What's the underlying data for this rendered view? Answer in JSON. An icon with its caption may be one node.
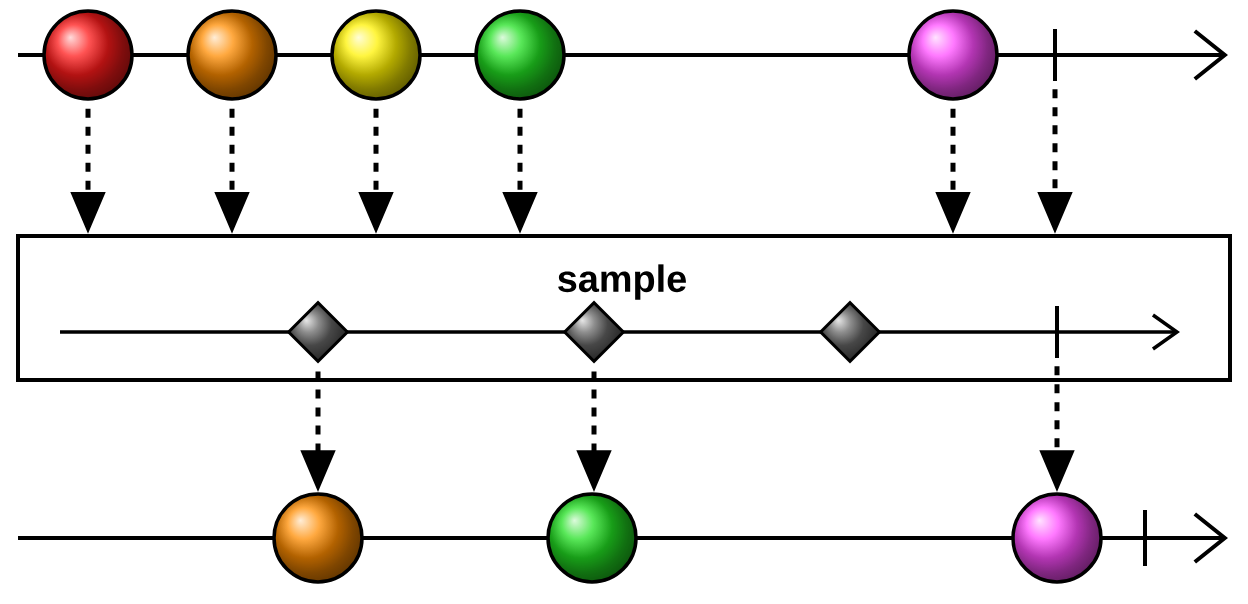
{
  "diagram": {
    "nodes": [
      {
        "text": [],
        "shape": "circle"
      },
      {
        "text": [],
        "shape": "circle"
      },
      {
        "text": [],
        "shape": "circle"
      },
      {
        "text": [],
        "shape": "circle"
      },
      {
        "text": [],
        "shape": "circle"
      },
      {
        "text": [],
        "shape": "bar"
      },
      {
        "text": [
          "sample"
        ]
      },
      {
        "text": [],
        "shape": "diamond",
        "in": 6
      },
      {
        "text": [],
        "shape": "diamond",
        "in": 6
      },
      {
        "text": [],
        "shape": "diamond",
        "in": 6
      },
      {
        "text": [],
        "shape": "bar",
        "in": 6
      },
      {
        "text": [],
        "shape": "circle"
      },
      {
        "text": [],
        "shape": "circle"
      },
      {
        "text": [],
        "shape": "circle"
      }
    ],
    "edges": [
      {
        "from": 0,
        "to": 6,
        "arrow": "to",
        "style": "dashed"
      },
      {
        "from": 1,
        "to": 6,
        "arrow": "to",
        "style": "dashed"
      },
      {
        "from": 2,
        "to": 6,
        "arrow": "to",
        "style": "dashed"
      },
      {
        "from": 3,
        "to": 6,
        "arrow": "to",
        "style": "dashed"
      },
      {
        "from": 4,
        "to": 6,
        "arrow": "to",
        "style": "dashed"
      },
      {
        "from": 5,
        "to": 6,
        "arrow": "to",
        "style": "dashed"
      },
      {
        "from": 7,
        "to": 11,
        "arrow": "to",
        "style": "dashed"
      },
      {
        "from": 8,
        "to": 12,
        "arrow": "to",
        "style": "dashed"
      },
      {
        "from": 10,
        "to": 13,
        "arrow": "to",
        "style": "dashed"
      }
    ]
  }
}
